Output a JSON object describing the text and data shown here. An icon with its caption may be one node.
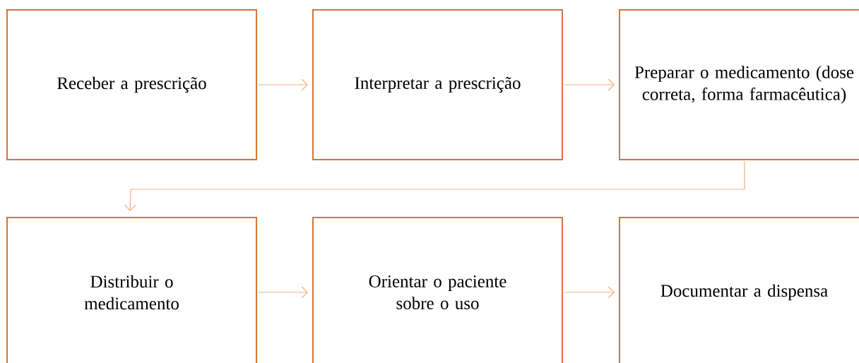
{
  "diagram": {
    "nodes": [
      {
        "text": [
          "Receber a prescrição"
        ]
      },
      {
        "text": [
          "Interpretar a prescrição"
        ]
      },
      {
        "text": [
          "Preparar o medicamento (dose correta, forma farmacêutica)"
        ]
      },
      {
        "text": [
          "Distribuir o medicamento"
        ]
      },
      {
        "text": [
          "Orientar o paciente sobre o uso"
        ]
      },
      {
        "text": [
          "Documentar a dispensa"
        ]
      }
    ],
    "edges": [
      {
        "from": 0,
        "to": 1,
        "arrow": "to"
      },
      {
        "from": 1,
        "to": 2,
        "arrow": "to"
      },
      {
        "from": 2,
        "to": 3,
        "arrow": "to"
      },
      {
        "from": 3,
        "to": 4,
        "arrow": "to"
      },
      {
        "from": 4,
        "to": 5,
        "arrow": "to"
      }
    ]
  }
}
